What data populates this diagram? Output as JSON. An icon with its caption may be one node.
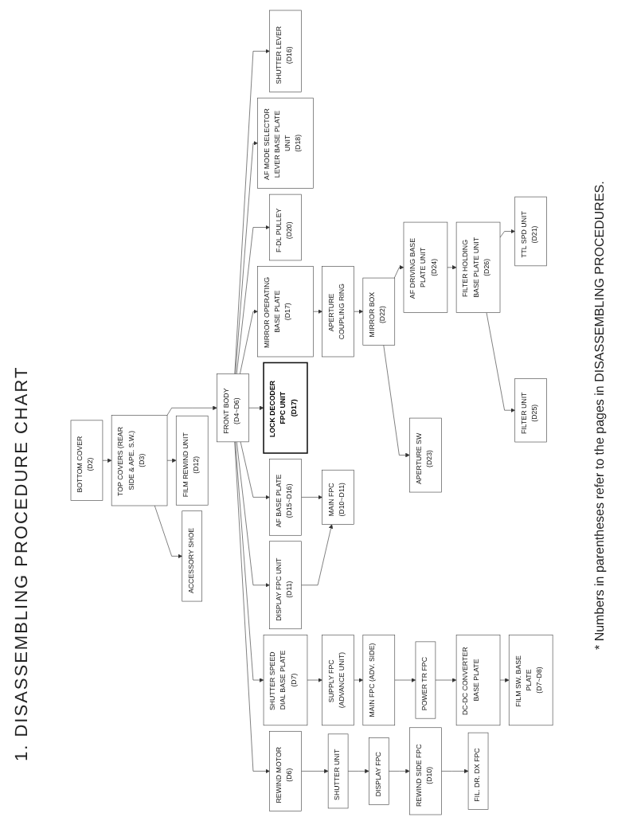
{
  "diagram": {
    "title": "1. DISASSEMBLING PROCEDURE CHART",
    "nodes": [
      {
        "text": [
          "BOTTOM COVER",
          "(D2)"
        ]
      },
      {
        "text": [
          "TOP COVERS (REAR SIDE & APE. S.W.)",
          "(D3)"
        ]
      },
      {
        "text": [
          "ACCESSORY SHOE"
        ]
      },
      {
        "text": [
          "FILM REWIND UNIT",
          "(D12)"
        ]
      },
      {
        "text": [
          "FRONT BODY",
          "(D4~D6)"
        ]
      },
      {
        "text": [
          "REWIND MOTOR",
          "(D6)"
        ]
      },
      {
        "text": [
          "SHUTTER SPEED DIAL BASE PLATE",
          "(D7)"
        ]
      },
      {
        "text": [
          "DISPLAY FPC UNIT",
          "(D11)"
        ]
      },
      {
        "text": [
          "AF BASE PLATE",
          "(D15~D16)"
        ]
      },
      {
        "text": [
          "LOCK DECODER FPC UNIT",
          "(D17)"
        ]
      },
      {
        "text": [
          "MIRROR OPERATING BASE PLATE",
          "(D17)"
        ]
      },
      {
        "text": [
          "F-DL PULLEY",
          "(D20)"
        ]
      },
      {
        "text": [
          "AF MODE SELECTOR LEVER BASE PLATE UNIT",
          "(D18)"
        ]
      },
      {
        "text": [
          "SHUTTER LEVER",
          "(D16)"
        ]
      },
      {
        "text": [
          "SHUTTER UNIT"
        ]
      },
      {
        "text": [
          "SUPPLY FPC (ADVANCE UNIT)"
        ]
      },
      {
        "text": [
          "MAIN FPC",
          "(D10~D11)"
        ]
      },
      {
        "text": [
          "APERTURE COUPLING RING"
        ]
      },
      {
        "text": [
          "DISPLAY FPC"
        ]
      },
      {
        "text": [
          "MAIN FPC (ADV. SIDE)"
        ]
      },
      {
        "text": [
          "MIRROR BOX",
          "(D22)"
        ]
      },
      {
        "text": [
          "REWIND SIDE FPC",
          "(D10)"
        ]
      },
      {
        "text": [
          "POWER TR FPC"
        ]
      },
      {
        "text": [
          "APERTURE SW",
          "(D23)"
        ]
      },
      {
        "text": [
          "AF DRIVING BASE PLATE UNIT",
          "(D24)"
        ]
      },
      {
        "text": [
          "FIL. DR. DX FPC"
        ]
      },
      {
        "text": [
          "DC-DC CONVERTER BASE PLATE"
        ]
      },
      {
        "text": [
          "FILTER HOLDING BASE PLATE UNIT",
          "(D26)"
        ]
      },
      {
        "text": [
          "FILM SW. BASE PLATE",
          "(D7~D8)"
        ]
      },
      {
        "text": [
          "FILTER UNIT",
          "(D25)"
        ]
      },
      {
        "text": [
          "TTL SPD UNIT",
          "(D21)"
        ]
      }
    ],
    "edges": [
      {
        "from": 0,
        "to": 1,
        "arrow": "to"
      },
      {
        "from": 1,
        "to": 2,
        "arrow": "to"
      },
      {
        "from": 1,
        "to": 3,
        "arrow": "to"
      },
      {
        "from": 1,
        "to": 4,
        "arrow": "to"
      },
      {
        "from": 4,
        "to": 5,
        "arrow": "to"
      },
      {
        "from": 4,
        "to": 6,
        "arrow": "to"
      },
      {
        "from": 4,
        "to": 7,
        "arrow": "to"
      },
      {
        "from": 4,
        "to": 8,
        "arrow": "to"
      },
      {
        "from": 4,
        "to": 9,
        "arrow": "to"
      },
      {
        "from": 4,
        "to": 10,
        "arrow": "to"
      },
      {
        "from": 4,
        "to": 11,
        "arrow": "to"
      },
      {
        "from": 4,
        "to": 12,
        "arrow": "to"
      },
      {
        "from": 4,
        "to": 13,
        "arrow": "to"
      },
      {
        "from": 5,
        "to": 14,
        "arrow": "to"
      },
      {
        "from": 14,
        "to": 18,
        "arrow": "to"
      },
      {
        "from": 18,
        "to": 21,
        "arrow": "to"
      },
      {
        "from": 21,
        "to": 25,
        "arrow": "to"
      },
      {
        "from": 6,
        "to": 15,
        "arrow": "to"
      },
      {
        "from": 15,
        "to": 19,
        "arrow": "to"
      },
      {
        "from": 19,
        "to": 22,
        "arrow": "to"
      },
      {
        "from": 22,
        "to": 26,
        "arrow": "to"
      },
      {
        "from": 26,
        "to": 28,
        "arrow": "to"
      },
      {
        "from": 7,
        "to": 16,
        "arrow": "to"
      },
      {
        "from": 8,
        "to": 16,
        "arrow": "to"
      },
      {
        "from": 10,
        "to": 17,
        "arrow": "to"
      },
      {
        "from": 17,
        "to": 20,
        "arrow": "to"
      },
      {
        "from": 20,
        "to": 23,
        "arrow": "to"
      },
      {
        "from": 20,
        "to": 24,
        "arrow": "to"
      },
      {
        "from": 24,
        "to": 27,
        "arrow": "to"
      },
      {
        "from": 27,
        "to": 29,
        "arrow": "to"
      },
      {
        "from": 27,
        "to": 30,
        "arrow": "to"
      }
    ],
    "labels": [
      "* Numbers in parentheses refer to the pages in DISASSEMBLING PROCEDURES."
    ]
  }
}
